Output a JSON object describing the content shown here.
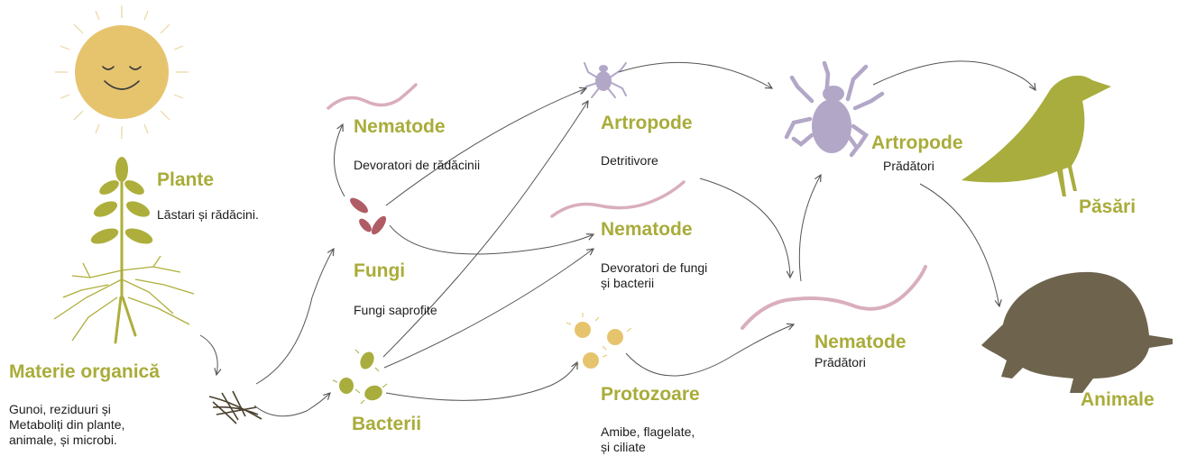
{
  "colors": {
    "title_green": "#a9ac3a",
    "sun": "#e6c46e",
    "plant": "#aeae3c",
    "worm": "#d9aebb",
    "fungi": "#b05c64",
    "bacteria": "#a8ad3e",
    "arthropod": "#b3a7c8",
    "protozoa": "#e6c46e",
    "bird": "#a8ad3e",
    "mammal": "#6e644e",
    "arrow": "#555555"
  },
  "icons": [
    "sun-icon",
    "plant-icon",
    "fungi-icon",
    "bacteria-icon",
    "arthropod-icon",
    "worm-icon",
    "protozoa-icon",
    "bird-icon",
    "mammal-icon",
    "organic-matter-icon"
  ],
  "nodes": {
    "plants": {
      "title": "Plante",
      "desc": "Lăstari și rădăcini."
    },
    "organic_matter": {
      "title": "Materie organică",
      "desc": [
        "Gunoi, reziduuri și",
        "Metaboliți din plante,",
        "animale, și microbi."
      ]
    },
    "nematode_root": {
      "title": "Nematode",
      "desc": "Devoratori de rădăcinii"
    },
    "fungi": {
      "title": "Fungi",
      "desc": "Fungi saprofite"
    },
    "bacteria": {
      "title": "Bacterii"
    },
    "arthropods_shredders": {
      "title": "Artropode",
      "desc": "Detritivore"
    },
    "nematode_fungal": {
      "title": "Nematode",
      "desc": [
        "Devoratori de fungi",
        "și bacterii"
      ]
    },
    "protozoa": {
      "title": "Protozoare",
      "desc": [
        "Amibe, flagelate,",
        "și ciliate"
      ]
    },
    "arthropods_predators": {
      "title": "Artropode",
      "desc": "Prădători"
    },
    "nematode_predators": {
      "title": "Nematode",
      "desc": "Prădători"
    },
    "birds": {
      "title": "Păsări"
    },
    "animals": {
      "title": "Animale"
    }
  }
}
